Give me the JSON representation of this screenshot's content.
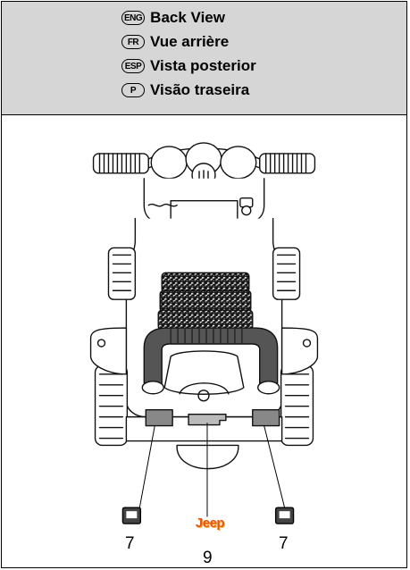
{
  "header": {
    "rows": [
      {
        "code": "ENG",
        "label": "Back View"
      },
      {
        "code": "FR",
        "label": "Vue arrière"
      },
      {
        "code": "ESP",
        "label": "Vista posterior"
      },
      {
        "code": "P",
        "label": "Visão traseira"
      }
    ]
  },
  "callouts": {
    "left": "7",
    "center": "9",
    "right": "7"
  },
  "logo": {
    "text": "Jeep",
    "color": "#e8531c",
    "accent": "#f2b21a"
  }
}
